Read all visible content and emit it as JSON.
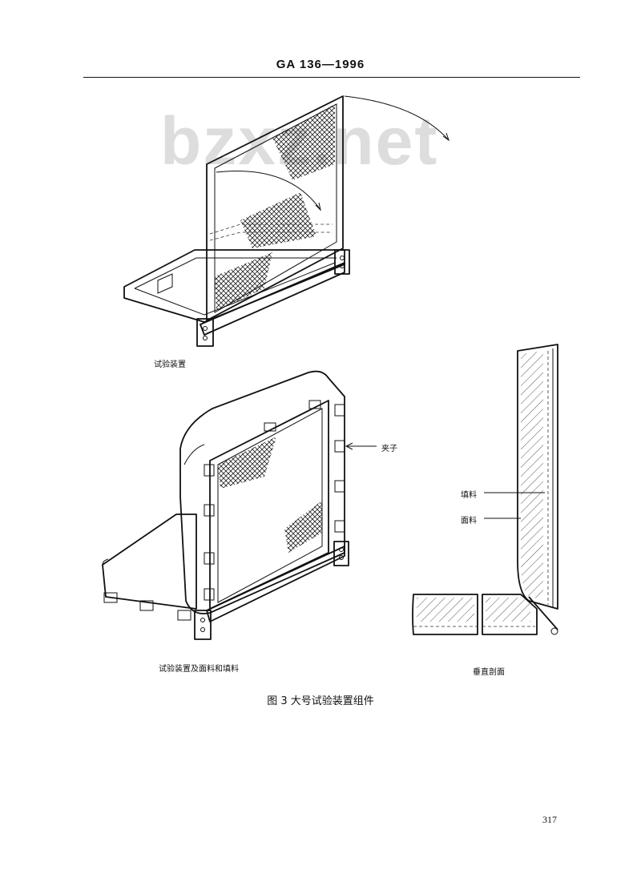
{
  "header": {
    "code": "GA 136—1996"
  },
  "watermark": "bzxz.net",
  "figure": {
    "title": "图 3  大号试验装置组件",
    "captions": {
      "test_device": "试验装置",
      "with_fabric": "试验装置及面料和填料",
      "section": "垂直剖面"
    },
    "labels": {
      "clip": "夹子",
      "filling": "填料",
      "fabric": "面料"
    }
  },
  "page_number": "317"
}
